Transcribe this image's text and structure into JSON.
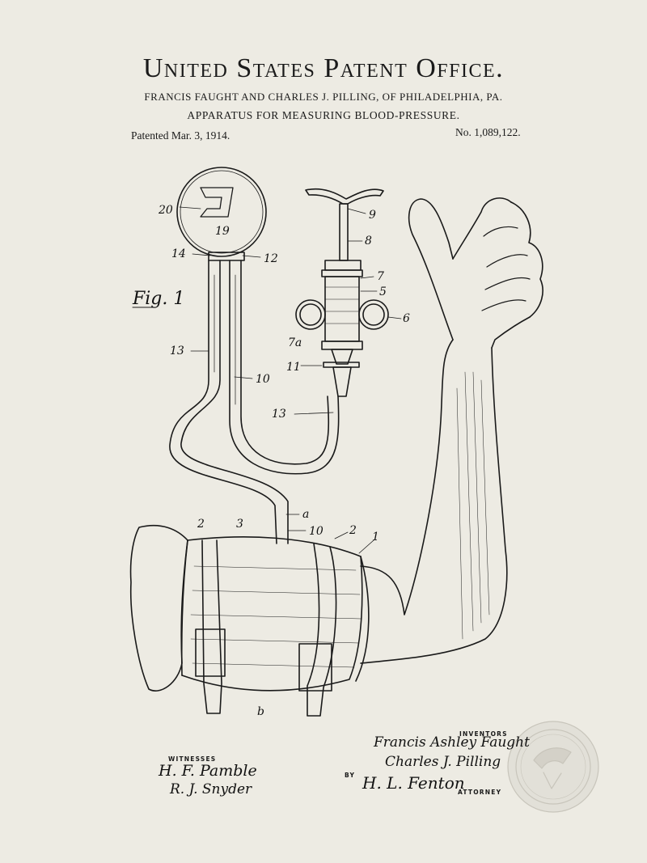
{
  "header": {
    "title": "United States Patent Office.",
    "inventors_line": "FRANCIS FAUGHT AND CHARLES J. PILLING, OF PHILADELPHIA, PA.",
    "apparatus_line": "APPARATUS FOR MEASURING BLOOD-PRESSURE.",
    "patented": "Patented Mar. 3, 1914.",
    "patent_number": "No. 1,089,122."
  },
  "figure": {
    "label": "Fig. 1",
    "numerals": {
      "n20": "20",
      "n19": "19",
      "n14": "14",
      "n12": "12",
      "n13a": "13",
      "n10a": "10",
      "n9": "9",
      "n8": "8",
      "n7": "7",
      "n5": "5",
      "n6": "6",
      "n7a": "7a",
      "n11": "11",
      "n13b": "13",
      "na": "a",
      "n10b": "10",
      "n2a": "2",
      "n3": "3",
      "n2b": "2",
      "n1": "1",
      "nb": "b"
    }
  },
  "footer": {
    "witnesses_label": "WITNESSES",
    "inventors_label": "INVENTORS",
    "by_label": "BY",
    "attorney_label": "ATTORNEY",
    "witness_1": "H. F. Pamble",
    "witness_2": "R. J. Snyder",
    "inventor_1": "Francis Ashley Faught",
    "inventor_2": "Charles J. Pilling",
    "attorney": "H. L. Fenton"
  },
  "colors": {
    "paper": "#edebe3",
    "ink": "#1a1a1a",
    "seal": "#dcdad2"
  }
}
